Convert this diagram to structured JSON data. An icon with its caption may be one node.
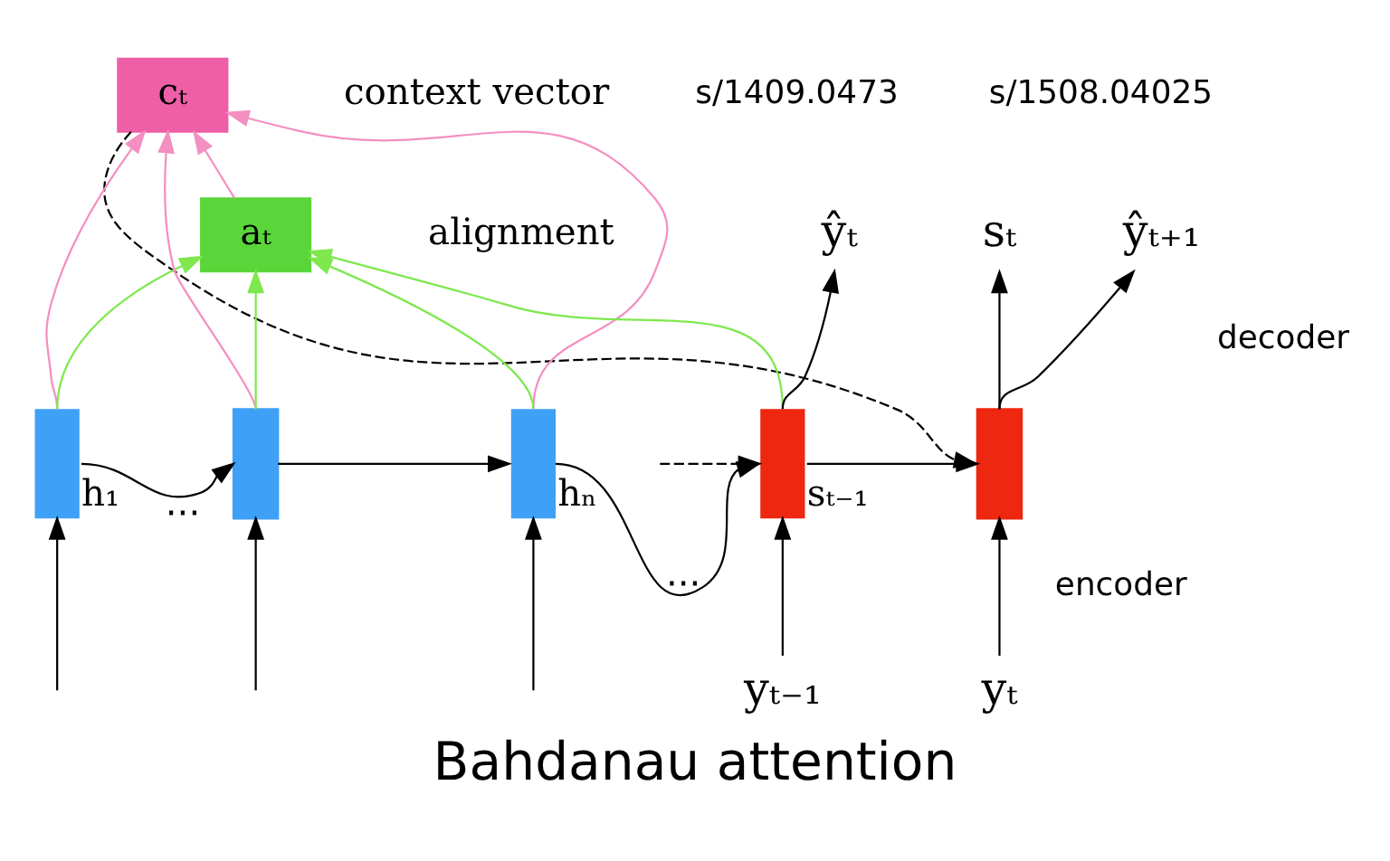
{
  "diagram": {
    "title": "Bahdanau attention",
    "nodes": [
      {
        "text": [
          "cₜ"
        ],
        "beside": [
          "context vector"
        ]
      },
      {
        "text": [
          "aₜ"
        ],
        "beside": [
          "alignment"
        ]
      },
      {
        "text": [],
        "shape": "bar",
        "beside": [
          "h₁"
        ]
      },
      {
        "text": [],
        "shape": "bar"
      },
      {
        "text": [],
        "shape": "bar",
        "beside": [
          "hₙ"
        ]
      },
      {
        "text": [],
        "shape": "bar",
        "beside": [
          "sₜ₋₁"
        ]
      },
      {
        "text": [],
        "shape": "bar"
      },
      {
        "text": [
          "ŷₜ"
        ]
      },
      {
        "text": [
          "ŷₜ₊₁"
        ]
      },
      {
        "text": [
          "sₜ"
        ]
      },
      {
        "text": [
          "yₜ₋₁"
        ]
      },
      {
        "text": [
          "yₜ"
        ]
      }
    ],
    "edges": [
      {
        "from": null,
        "to": 2,
        "arrow": "to"
      },
      {
        "from": null,
        "to": 3,
        "arrow": "to"
      },
      {
        "from": null,
        "to": 4,
        "arrow": "to"
      },
      {
        "from": 10,
        "to": 5,
        "arrow": "to"
      },
      {
        "from": 11,
        "to": 6,
        "arrow": "to"
      },
      {
        "from": 2,
        "to": 3,
        "arrow": "to",
        "label": "···"
      },
      {
        "from": 3,
        "to": 4,
        "arrow": "to"
      },
      {
        "from": 4,
        "to": 5,
        "arrow": "to",
        "label": "···"
      },
      {
        "from": null,
        "to": 5,
        "arrow": "to",
        "style": "dashed"
      },
      {
        "from": 5,
        "to": 6,
        "arrow": "to"
      },
      {
        "from": 6,
        "to": 9,
        "arrow": "to"
      },
      {
        "from": 5,
        "to": 7,
        "arrow": "to"
      },
      {
        "from": 6,
        "to": 8,
        "arrow": "to"
      },
      {
        "from": 0,
        "to": 6,
        "arrow": "to",
        "style": "dashed"
      },
      {
        "from": 2,
        "to": 0,
        "arrow": "to",
        "color": "#f48fc1"
      },
      {
        "from": 3,
        "to": 0,
        "arrow": "to",
        "color": "#f48fc1"
      },
      {
        "from": 4,
        "to": 0,
        "arrow": "to",
        "color": "#f48fc1"
      },
      {
        "from": 1,
        "to": 0,
        "arrow": "to",
        "color": "#f48fc1"
      },
      {
        "from": 2,
        "to": 1,
        "arrow": "to",
        "color": "#7ee84e"
      },
      {
        "from": 3,
        "to": 1,
        "arrow": "to",
        "color": "#7ee84e"
      },
      {
        "from": 4,
        "to": 1,
        "arrow": "to",
        "color": "#7ee84e"
      },
      {
        "from": 5,
        "to": 1,
        "arrow": "to",
        "color": "#7ee84e"
      }
    ],
    "labels": [
      "s/1409.0473",
      "s/1508.04025",
      "encoder",
      "decoder"
    ]
  }
}
